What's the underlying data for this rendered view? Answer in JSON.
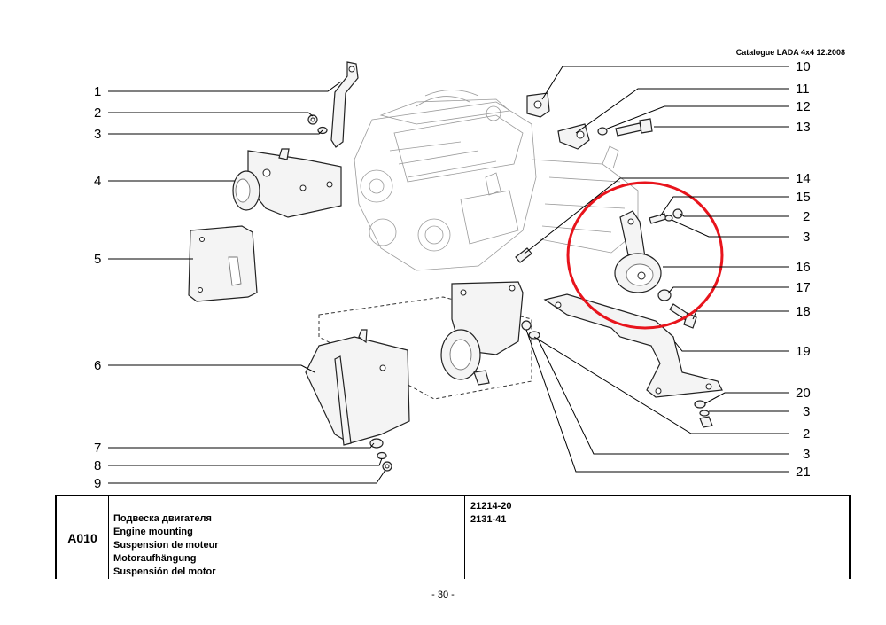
{
  "header": {
    "catalogue_ref": "Catalogue LADA 4x4  12.2008"
  },
  "callouts_left": [
    "1",
    "2",
    "3",
    "4",
    "5",
    "6",
    "7",
    "8",
    "9"
  ],
  "callouts_right": [
    "10",
    "11",
    "12",
    "13",
    "14",
    "15",
    "2",
    "3",
    "16",
    "17",
    "18",
    "19",
    "20",
    "3",
    "2",
    "3",
    "21"
  ],
  "highlight": {
    "color": "#e8141c"
  },
  "title_block": {
    "code": "A010",
    "names": [
      "Подвеска двигателя",
      "Engine mounting",
      "Suspension de moteur",
      "Motoraufhängung",
      "Suspensión del motor"
    ],
    "models": [
      "21214-20",
      "2131-41"
    ]
  },
  "footer": {
    "page": "- 30 -"
  }
}
